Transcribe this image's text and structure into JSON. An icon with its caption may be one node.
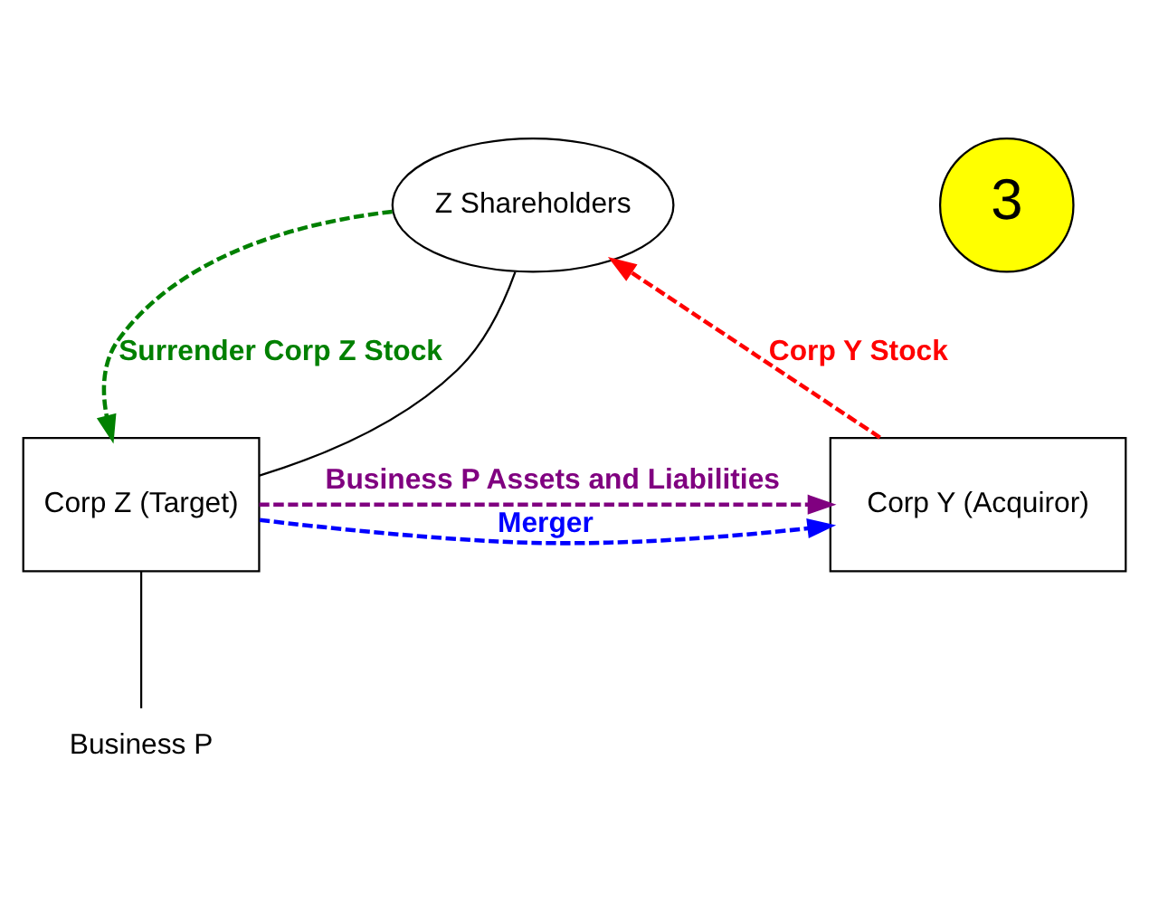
{
  "diagram": {
    "nodes": [
      {
        "text": [
          "3"
        ]
      },
      {
        "text": [
          "Z Shareholders"
        ]
      },
      {
        "text": [
          "Corp Y (Acquiror)"
        ]
      },
      {
        "text": [
          "Corp Z (Target)"
        ]
      },
      {
        "text": [
          "Business P"
        ]
      }
    ],
    "edges": [
      {
        "from": 2,
        "to": 1,
        "arrow": "to",
        "label": "Corp Y Stock",
        "style": "dashed",
        "color": "#ff0000"
      },
      {
        "from": 1,
        "to": 3,
        "arrow": "to",
        "label": "Surrender Corp Z Stock",
        "style": "dashed",
        "color": "#008000"
      },
      {
        "from": 1,
        "to": 3,
        "arrow": "none"
      },
      {
        "from": 3,
        "to": 2,
        "arrow": "to",
        "label": "Merger",
        "style": "dashed",
        "color": "#0000ff"
      },
      {
        "from": 3,
        "to": 2,
        "arrow": "to",
        "label": "Business P Assets and Liabilities",
        "style": "dashed",
        "color": "#800080"
      },
      {
        "from": 3,
        "to": 4,
        "arrow": "none"
      }
    ]
  }
}
